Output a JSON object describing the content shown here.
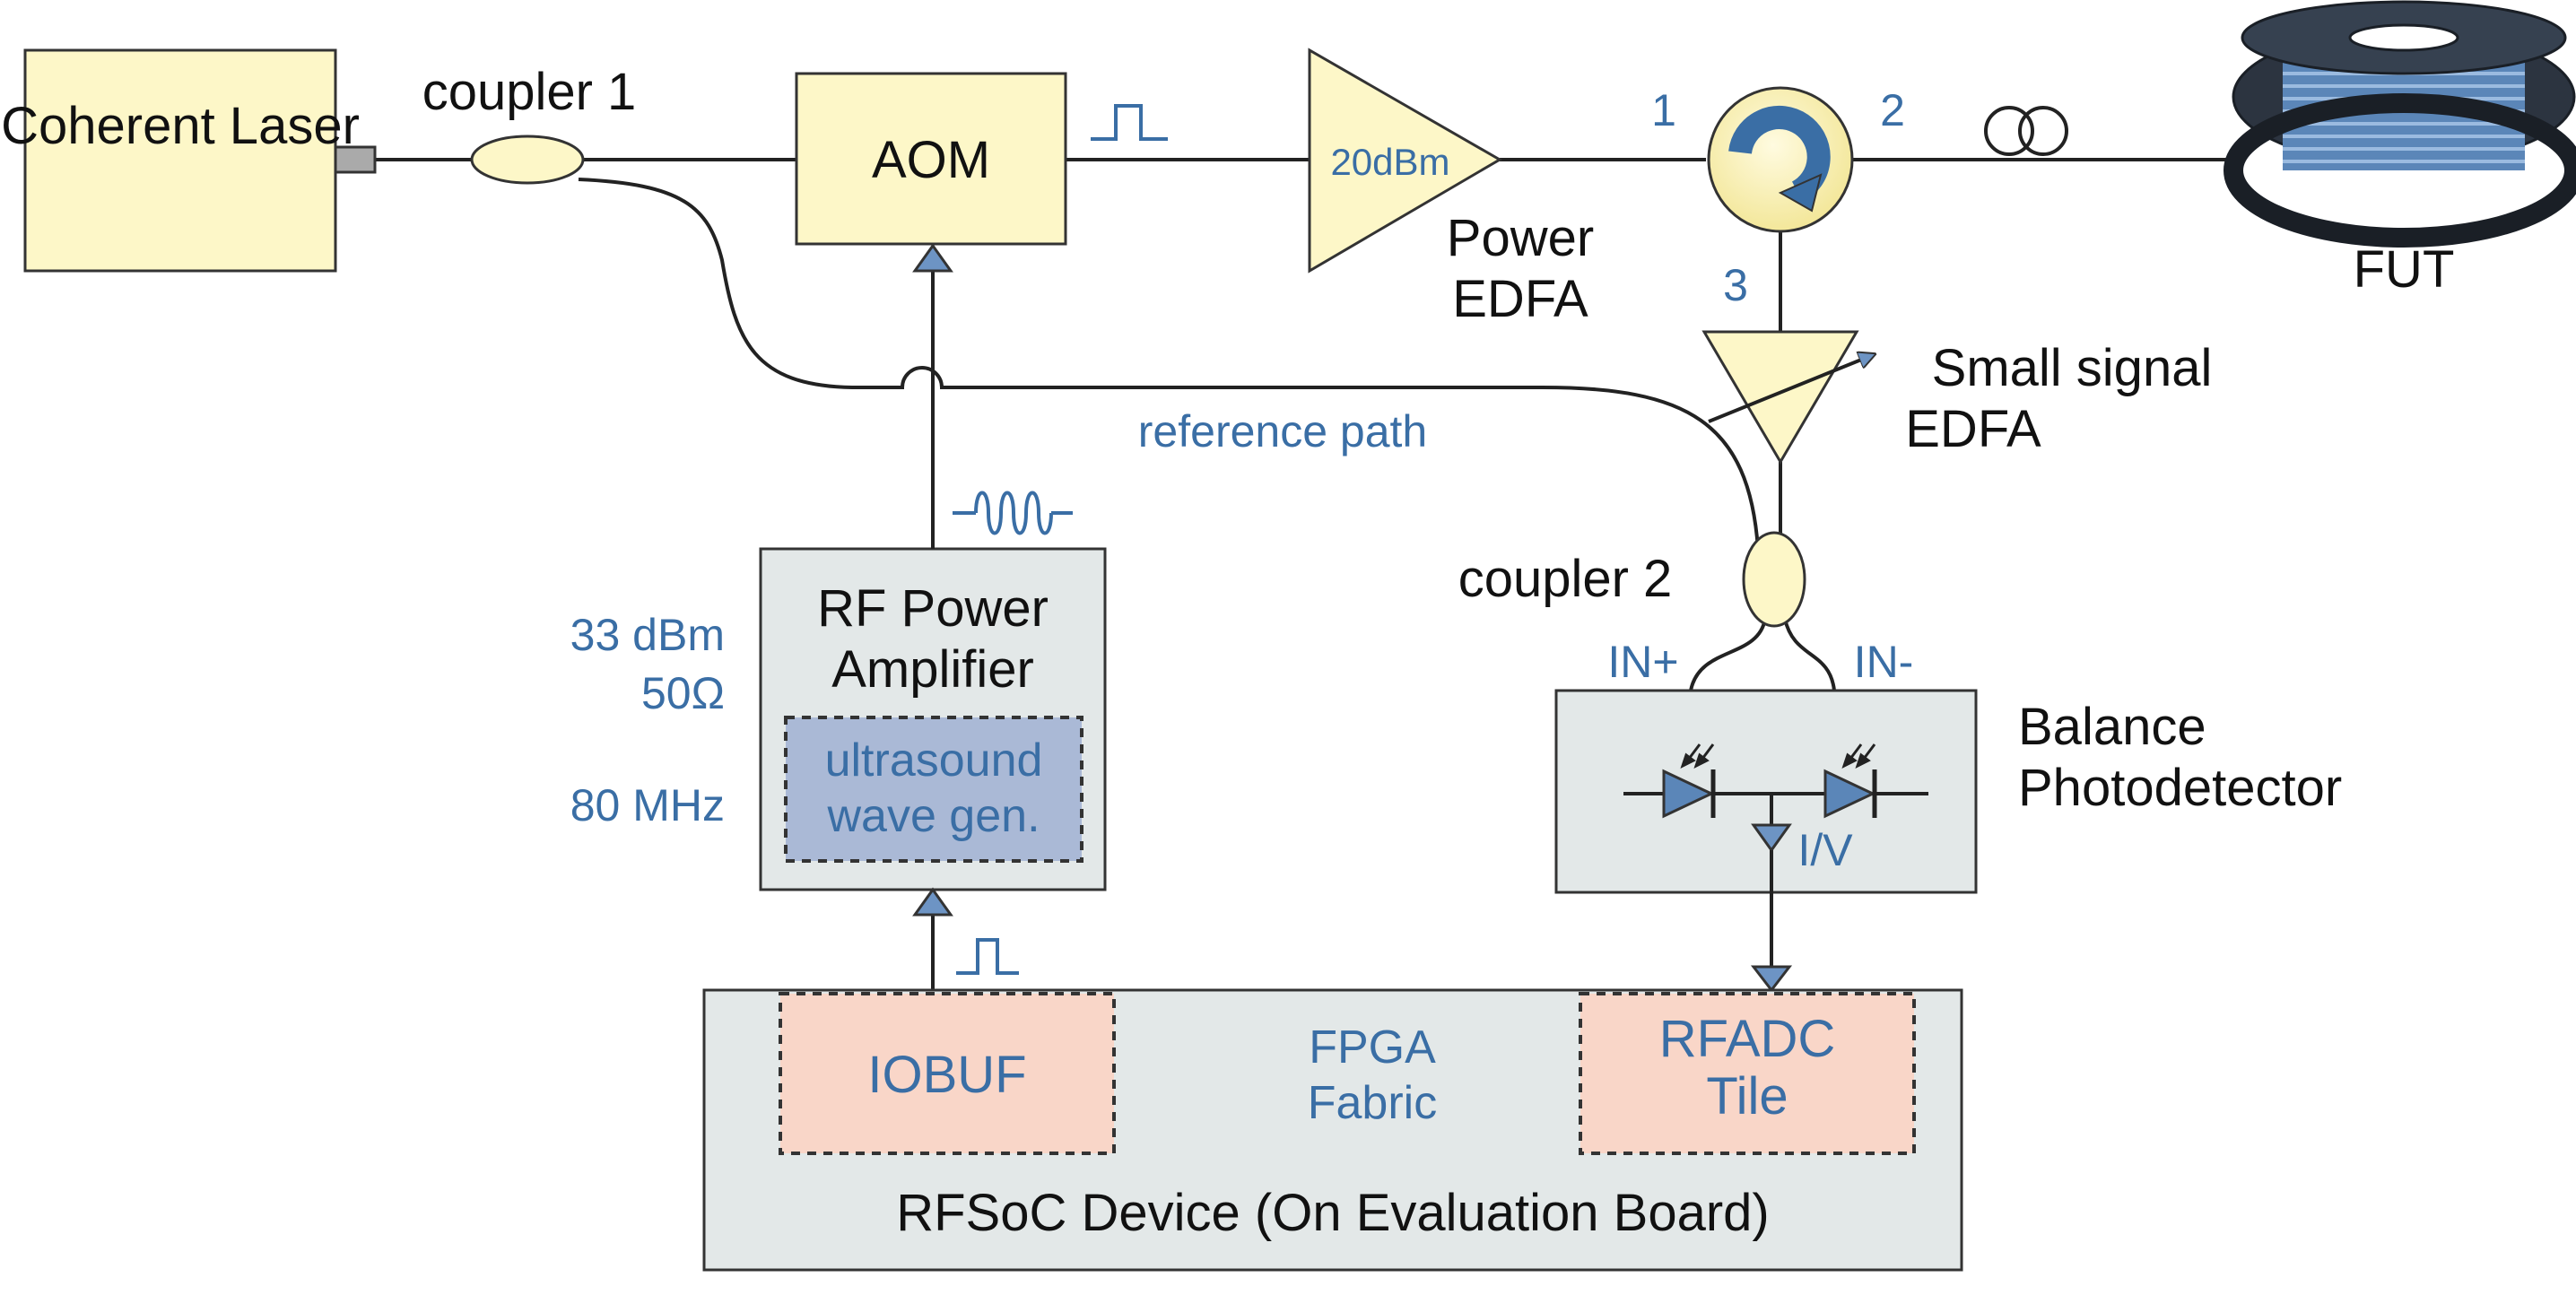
{
  "diagram": {
    "components": {
      "laser": "Coherent Laser",
      "coupler1": "coupler 1",
      "aom": "AOM",
      "power_edfa_gain": "20dBm",
      "power_edfa": "Power EDFA",
      "circulator_ports": [
        "1",
        "2",
        "3"
      ],
      "fut": "FUT",
      "small_signal_edfa": "Small signal EDFA",
      "reference_path": "reference path",
      "coupler2": "coupler 2",
      "detector_inputs": [
        "IN+",
        "IN-"
      ],
      "balance_photodetector": "Balance Photodetector",
      "iv_label": "I/V",
      "rf_amp": "RF Power Amplifier",
      "rf_specs": [
        "33 dBm",
        "50Ω",
        "80 MHz"
      ],
      "ultrasound_gen": "ultrasound wave gen.",
      "rfsoc": "RFSoC Device (On Evaluation Board)",
      "iobuf": "IOBUF",
      "fpga_fabric": "FPGA Fabric",
      "rfadc": "RFADC Tile"
    },
    "colors": {
      "accent_blue": "#3a6ea5",
      "yellow_box": "#fdf7c8",
      "gray_box": "#e3e8e8",
      "pink_box": "#f9d6c8",
      "blue_box": "#aab9d6"
    }
  }
}
